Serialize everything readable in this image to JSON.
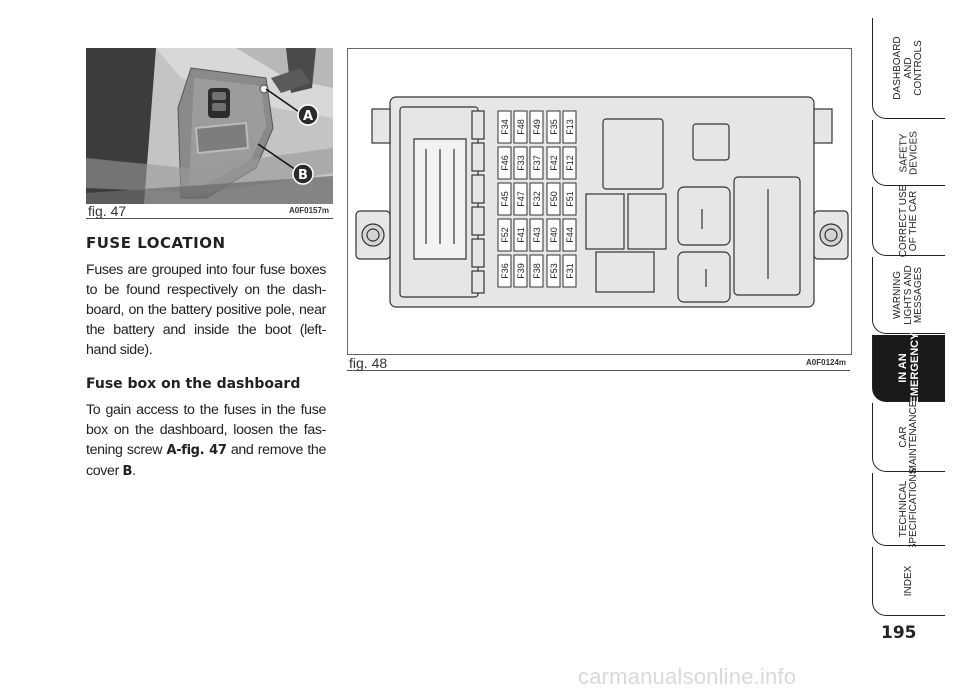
{
  "fig47": {
    "caption": "fig. 47",
    "code": "A0F0157m",
    "callout_a": "A",
    "callout_b": "B"
  },
  "fig48": {
    "caption": "fig. 48",
    "code": "A0F0124m",
    "fuse_rows": [
      [
        "F34",
        "F48",
        "F49",
        "F35",
        "F13"
      ],
      [
        "F46",
        "F33",
        "F37",
        "F42",
        "F12"
      ],
      [
        "F45",
        "F47",
        "F32",
        "F50",
        "F51"
      ],
      [
        "F52",
        "F41",
        "F43",
        "F40",
        "F44"
      ],
      [
        "F36",
        "F39",
        "F38",
        "F53",
        "F31"
      ]
    ]
  },
  "section": {
    "title": "FUSE LOCATION",
    "intro": "Fuses are grouped into four fuse boxes to be found respectively on the dash-board, on the battery positive pole, near the battery and inside the boot (left-hand side).",
    "subtitle": "Fuse box on the dashboard",
    "para_before_ref1": "To gain access to the fuses in the fuse box on the dashboard, loosen the fas-tening screw ",
    "ref1": "A-fig. 47",
    "para_between": " and remove the cover ",
    "ref2": "B",
    "para_end": "."
  },
  "tabs": [
    {
      "label": "DASHBOARD\nAND\nCONTROLS",
      "active": false
    },
    {
      "label": "SAFETY\nDEVICES",
      "active": false
    },
    {
      "label": "CORRECT USE\nOF THE CAR",
      "active": false
    },
    {
      "label": "WARNING\nLIGHTS AND\nMESSAGES",
      "active": false
    },
    {
      "label": "IN AN\nEMERGENCY",
      "active": true
    },
    {
      "label": "CAR\nMAINTENANCE",
      "active": false
    },
    {
      "label": "TECHNICAL\nSPECIFICATIONS",
      "active": false
    },
    {
      "label": "INDEX",
      "active": false
    }
  ],
  "page_number": "195",
  "watermark": "carmanualsonline.info",
  "colors": {
    "tab_active": "#1a1a1a",
    "box_fill": "#e6e6e6",
    "photo_bg": "#c6c6c6"
  }
}
